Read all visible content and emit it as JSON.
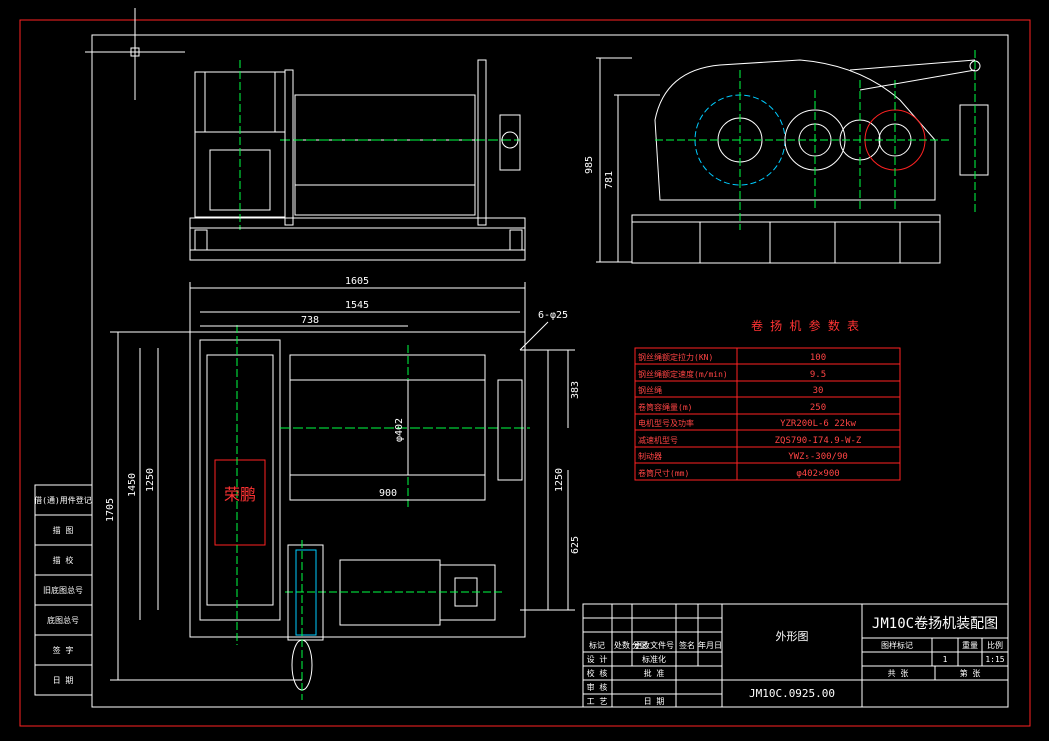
{
  "dimensions": {
    "height_total": "985",
    "height_inner": "781",
    "width_1605": "1605",
    "width_1545": "1545",
    "dim_738": "738",
    "holes": "6-φ25",
    "d383": "383",
    "d1250_right": "1250",
    "d625": "625",
    "d1705": "1705",
    "d1450": "1450",
    "d1250_left": "1250",
    "phi402": "φ402",
    "d900": "900"
  },
  "logo_text": "荣鹏",
  "param_table": {
    "title": "卷 扬 机 参 数 表",
    "rows": [
      {
        "label": "钢丝绳额定拉力(KN)",
        "value": "100"
      },
      {
        "label": "钢丝绳额定速度(m/min)",
        "value": "9.5"
      },
      {
        "label": "钢丝绳",
        "value": "30"
      },
      {
        "label": "卷筒容绳量(m)",
        "value": "250"
      },
      {
        "label": "电机型号及功率",
        "value": "YZR200L-6 22kw"
      },
      {
        "label": "减速机型号",
        "value": "ZQS790-I74.9-W-Z"
      },
      {
        "label": "制动器",
        "value": "YWZ₅-300/90"
      },
      {
        "label": "卷筒尺寸(mm)",
        "value": "φ402×900"
      }
    ]
  },
  "left_strip": [
    "借(通)用件登记",
    "描 图",
    "描 校",
    "旧底图总号",
    "底图总号",
    "签 字",
    "日 期"
  ],
  "title_block": {
    "title": "JM10C卷扬机装配图",
    "view_name": "外形图",
    "drawing_no": "JM10C.0925.00",
    "rev_headers": [
      "标记",
      "处数",
      "分区",
      "更改文件号",
      "签名",
      "年月日"
    ],
    "design": "设 计",
    "standardize": "标准化",
    "check": "校 核",
    "review": "审 核",
    "process": "工 艺",
    "approve": "批 准",
    "date": "日 期",
    "stage_label": "图样标记",
    "weight_label": "重量",
    "scale_label": "比例",
    "scale_value": "1:15",
    "count": "1",
    "sheet_total": "共   张",
    "sheet_no": "第   张"
  },
  "colors": {
    "background": "#000000",
    "outline": "#ffffff",
    "centerline": "#00ff44",
    "accent": "#ff3333",
    "cyan": "#00ccff",
    "table_text": "#ff4444"
  }
}
